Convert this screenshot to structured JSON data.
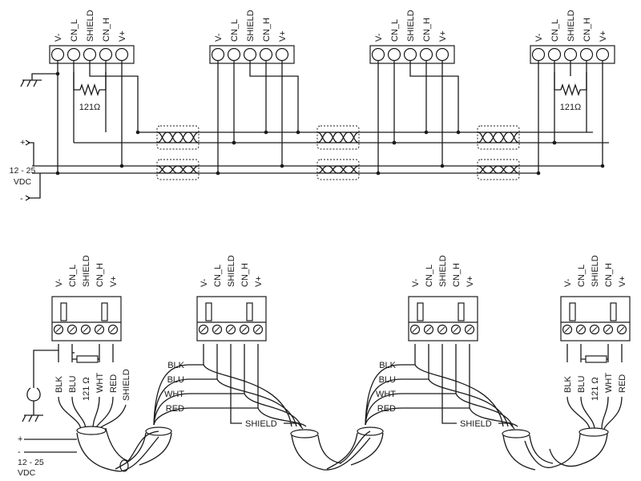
{
  "pins": [
    "V-",
    "CN_L",
    "SHIELD",
    "CN_H",
    "V+"
  ],
  "resistor": "121Ω",
  "resistor_bottom": "121 Ω",
  "supply": {
    "plus": "+",
    "minus": "-",
    "voltage": "12 - 25",
    "unit": "VDC"
  },
  "wires_end": [
    "BLK",
    "BLU",
    "121 Ω",
    "WHT",
    "RED",
    "SHIELD"
  ],
  "wires_mid": [
    "BLK",
    "BLU",
    "WHT",
    "RED"
  ],
  "shield": "SHIELD"
}
